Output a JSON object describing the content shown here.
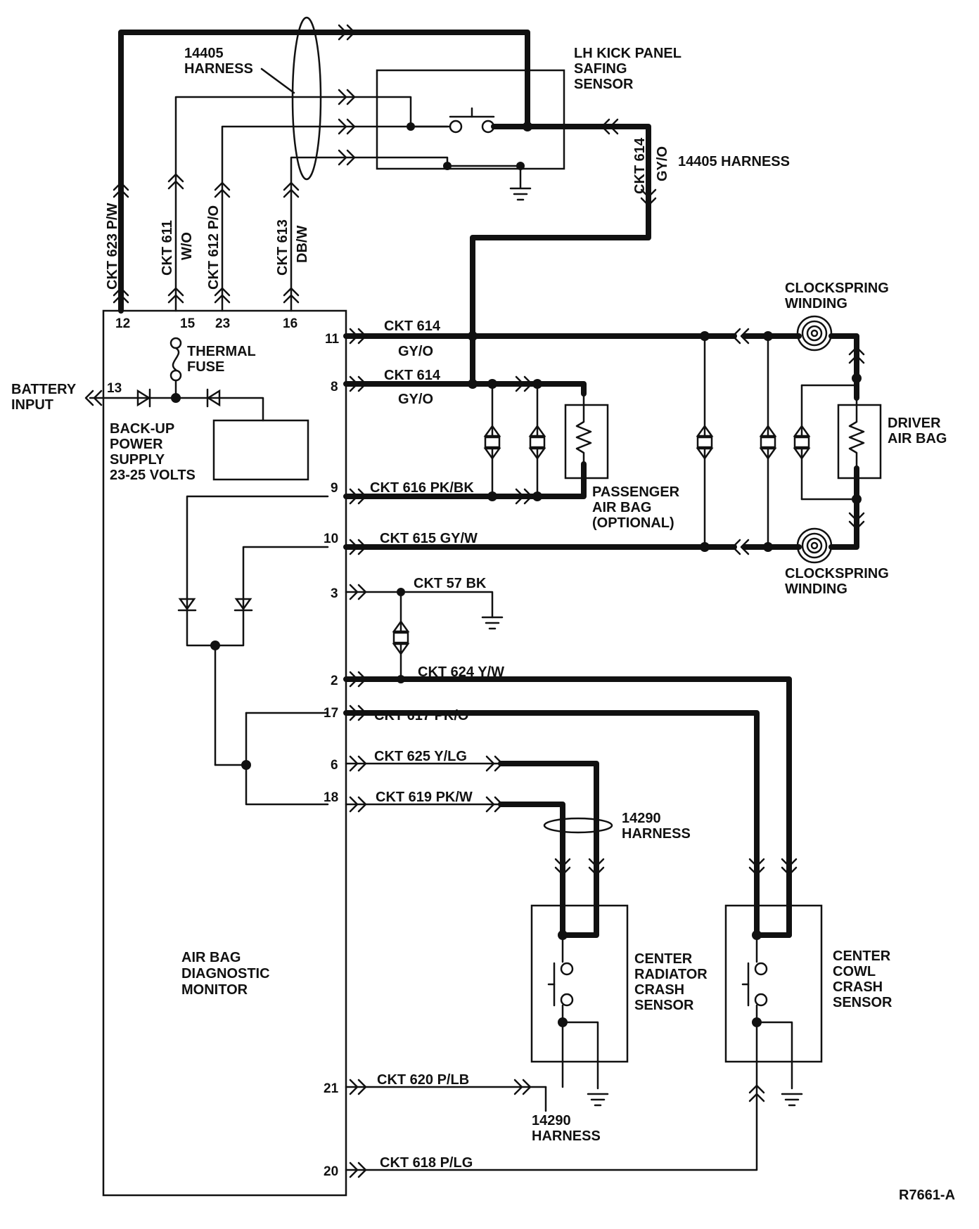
{
  "title_id": "R7661-A",
  "labels": {
    "harness_14405_top": [
      "14405",
      "HARNESS"
    ],
    "lh_kick_panel": [
      "LH KICK PANEL",
      "SAFING",
      "SENSOR"
    ],
    "harness_14405_right": "14405 HARNESS",
    "ckt614_vertical": "CKT 614",
    "gyo_vertical": "GY/O",
    "ckt623": "CKT 623 P/W",
    "ckt611": "CKT 611",
    "wo": "W/O",
    "ckt612": "CKT 612 P/O",
    "ckt613": "CKT 613",
    "dbw": "DB/W",
    "battery_input": [
      "BATTERY",
      "INPUT"
    ],
    "thermal_fuse": [
      "THERMAL",
      "FUSE"
    ],
    "backup_power": [
      "BACK-UP",
      "POWER",
      "SUPPLY",
      "23-25 VOLTS"
    ],
    "monitor": [
      "AIR BAG",
      "DIAGNOSTIC",
      "MONITOR"
    ],
    "clockspring_top": [
      "CLOCKSPRING",
      "WINDING"
    ],
    "clockspring_bottom": [
      "CLOCKSPRING",
      "WINDING"
    ],
    "driver_air_bag": [
      "DRIVER",
      "AIR BAG"
    ],
    "passenger_air_bag": [
      "PASSENGER",
      "AIR  BAG",
      "(OPTIONAL)"
    ],
    "harness_14290_a": [
      "14290",
      "HARNESS"
    ],
    "harness_14290_b": [
      "14290",
      "HARNESS"
    ],
    "center_radiator": [
      "CENTER",
      "RADIATOR",
      "CRASH",
      "SENSOR"
    ],
    "center_cowl": [
      "CENTER",
      "COWL",
      "CRASH",
      "SENSOR"
    ]
  },
  "pins_top": [
    "12",
    "15",
    "23",
    "16"
  ],
  "pins_left": [
    "11",
    "8",
    "13",
    "9",
    "10",
    "3",
    "2",
    "17",
    "6",
    "18",
    "21",
    "20"
  ],
  "circuits": {
    "c11_name": "CKT 614",
    "c11_color": "GY/O",
    "c8_name": "CKT 614",
    "c8_color": "GY/O",
    "c9": "CKT 616 PK/BK",
    "c10": "CKT 615 GY/W",
    "c3": "CKT 57 BK",
    "c2": "CKT 624 Y/W",
    "c17": "CKT 617 PK/O",
    "c6": "CKT 625 Y/LG",
    "c18": "CKT 619 PK/W",
    "c21": "CKT 620 P/LB",
    "c20": "CKT 618 P/LG"
  }
}
